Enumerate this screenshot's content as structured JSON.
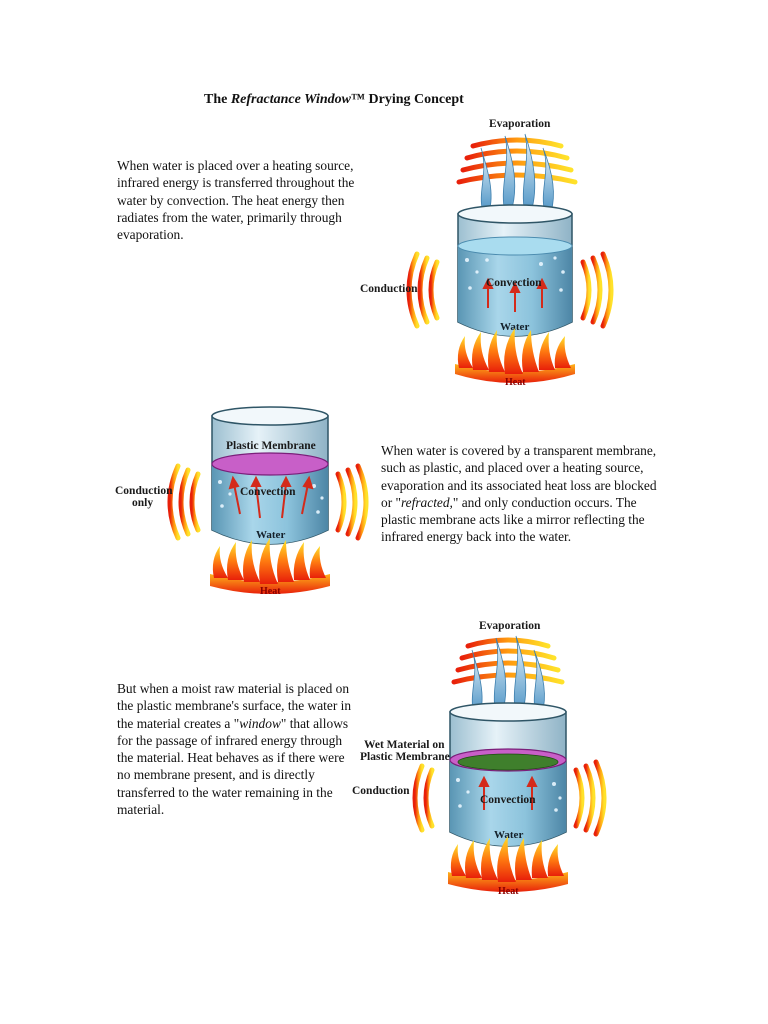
{
  "title": {
    "prefix": "The ",
    "italic": "Refractance Window",
    "tm": "™",
    "suffix": " Drying Concept"
  },
  "paragraphs": {
    "p1": "When water is placed over a heating source, infrared energy is transferred throughout the water by convection. The heat energy then radiates from the water, primarily through evaporation.",
    "p2": {
      "before": "When water is covered by a transparent membrane, such as plastic, and placed over a heating source, evaporation and its associated heat loss are blocked or \"",
      "italic": "refracted,",
      "after": "\" and only conduction occurs. The plastic membrane acts like a mirror reflecting the infrared energy back into the water."
    },
    "p3": {
      "before": "But when a moist raw material is placed on the plastic membrane's surface, the water in the material creates a \"",
      "italic": "window",
      "after": "\" that allows for the passage of infrared energy through the material. Heat behaves as if there were no membrane present, and is directly transferred to the water remaining in the material."
    }
  },
  "figures": {
    "fig1": {
      "evaporation": "Evaporation",
      "conduction": "Conduction",
      "convection": "Convection",
      "water": "Water",
      "heat": "Heat"
    },
    "fig2": {
      "membrane": "Plastic Membrane",
      "conduction_line1": "Conduction",
      "conduction_line2": "only",
      "convection": "Convection",
      "water": "Water",
      "heat": "Heat"
    },
    "fig3": {
      "evaporation": "Evaporation",
      "material_line1": "Wet Material on",
      "material_line2": "Plastic Membrane",
      "conduction": "Conduction",
      "convection": "Convection",
      "water": "Water",
      "heat": "Heat"
    }
  },
  "colors": {
    "water": "#7fb8d4",
    "membrane": "#c85fc8",
    "wet_material": "#3f7f2c",
    "heat_red": "#e8200a",
    "heat_yellow": "#ffd21a",
    "arrow": "#d42a1a"
  }
}
